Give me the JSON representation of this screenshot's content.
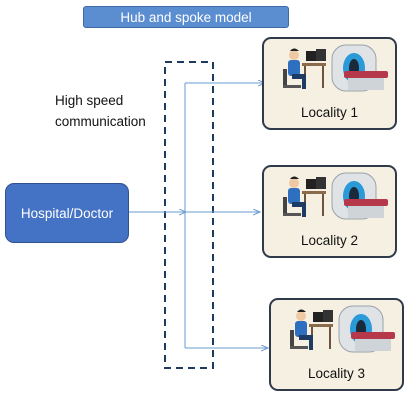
{
  "title": "Hub and spoke model",
  "hub": {
    "label": "Hospital/Doctor"
  },
  "link": {
    "line1": "High speed",
    "line2": "communication"
  },
  "localities": [
    {
      "label": "Locality 1"
    },
    {
      "label": "Locality 2"
    },
    {
      "label": "Locality 3"
    }
  ],
  "colors": {
    "title_fill": "#5b8dd1",
    "hub_fill": "#4472c4",
    "locality_fill": "#f5f0e2",
    "locality_border": "#2f3b4a",
    "connector": "#6a9bd3",
    "dashed_border": "#1f3a5f"
  }
}
